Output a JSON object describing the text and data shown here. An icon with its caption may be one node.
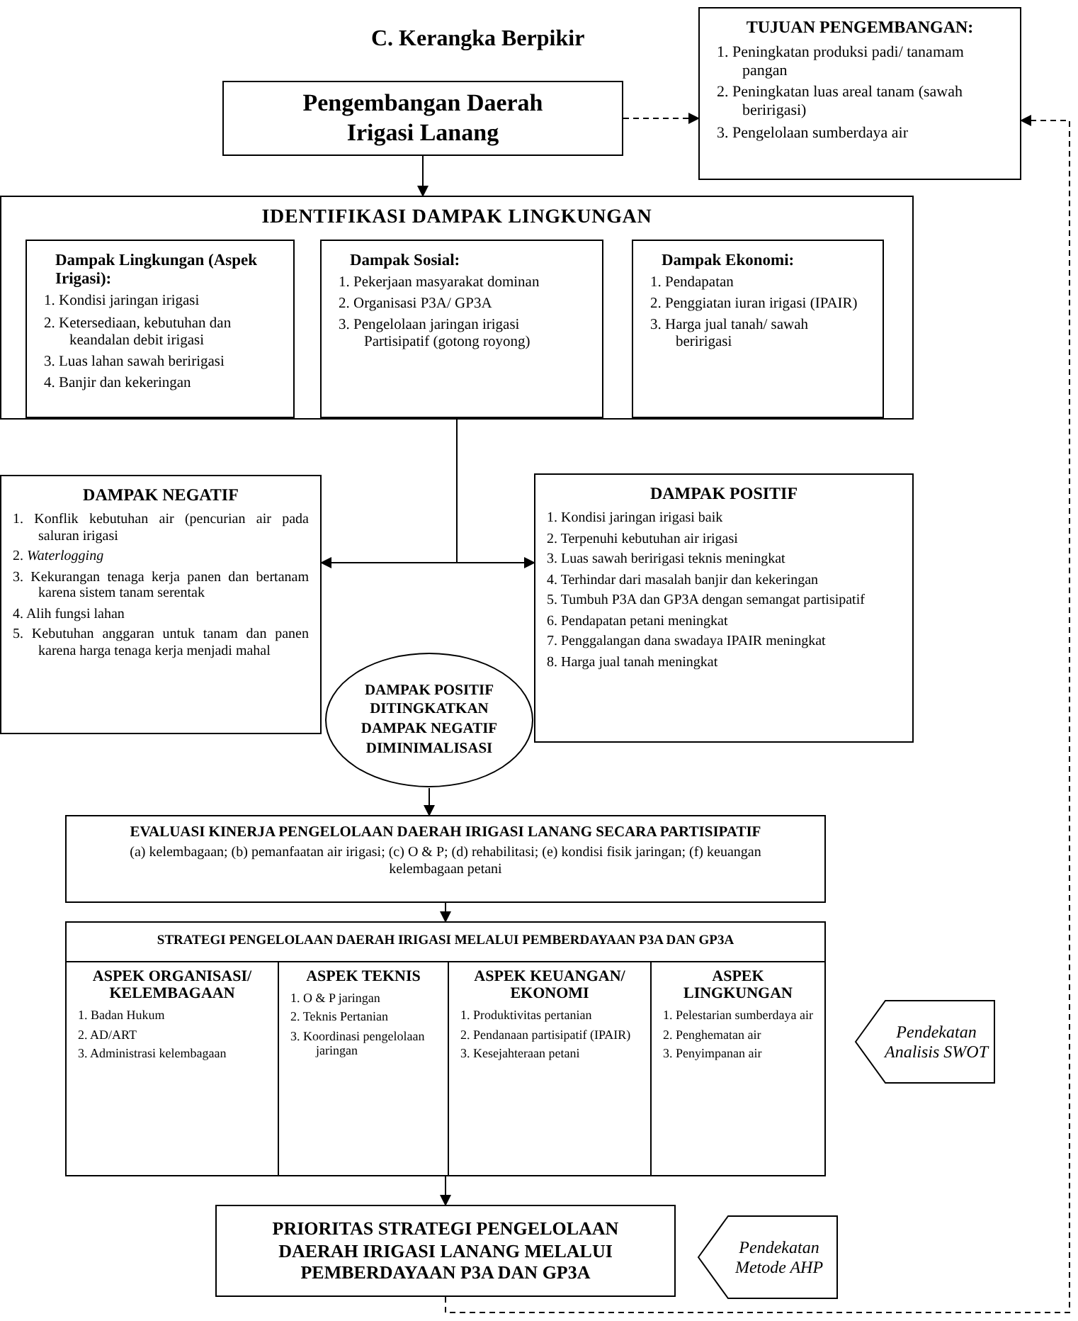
{
  "diagram": {
    "title": "C. Kerangka Berpikir",
    "nodes": [
      {
        "text": [
          "Pengembangan Daerah Irigasi Lanang"
        ]
      },
      {
        "text": [
          "TUJUAN PENGEMBANGAN:",
          "1. Peningkatan produksi padi/ tanamam pangan",
          "2. Peningkatan luas areal tanam (sawah beririgasi)",
          "3. Pengelolaan sumberdaya air"
        ]
      },
      {
        "text": [
          "IDENTIFIKASI DAMPAK LINGKUNGAN"
        ]
      },
      {
        "text": [
          "Dampak Lingkungan (Aspek Irigasi):",
          "1. Kondisi jaringan irigasi",
          "2. Ketersediaan, kebutuhan dan keandalan debit irigasi",
          "3. Luas lahan sawah beririgasi",
          "4. Banjir dan kekeringan"
        ],
        "in": 2
      },
      {
        "text": [
          "Dampak Sosial:",
          "1. Pekerjaan masyarakat dominan",
          "2. Organisasi P3A/ GP3A",
          "3. Pengelolaan jaringan irigasi Partisipatif (gotong royong)"
        ],
        "in": 2
      },
      {
        "text": [
          "Dampak Ekonomi:",
          "1. Pendapatan",
          "2. Penggiatan iuran irigasi (IPAIR)",
          "3. Harga jual tanah/ sawah beririgasi"
        ],
        "in": 2
      },
      {
        "text": [
          "DAMPAK NEGATIF",
          "1. Konflik kebutuhan air (pencurian air pada saluran irigasi",
          "2. *Waterlogging*",
          "3. Kekurangan tenaga kerja panen dan bertanam karena sistem tanam serentak",
          "4. Alih fungsi lahan",
          "5. Kebutuhan anggaran untuk tanam dan panen karena harga tenaga kerja menjadi mahal"
        ]
      },
      {
        "text": [
          "DAMPAK POSITIF",
          "1. Kondisi jaringan irigasi baik",
          "2. Terpenuhi kebutuhan air irigasi",
          "3. Luas sawah beririgasi teknis meningkat",
          "4. Terhindar dari masalah banjir dan kekeringan",
          "5. Tumbuh P3A dan GP3A dengan semangat partisipatif",
          "6. Pendapatan petani meningkat",
          "7. Penggalangan dana swadaya IPAIR meningkat",
          "8. Harga jual tanah meningkat"
        ]
      },
      {
        "text": [
          "DAMPAK POSITIF DITINGKATKAN DAMPAK NEGATIF DIMINIMALISASI"
        ]
      },
      {
        "text": [
          "EVALUASI KINERJA PENGELOLAAN DAERAH IRIGASI LANANG SECARA PARTISIPATIF",
          "(a) kelembagaan; (b) pemanfaatan air irigasi; (c) O & P; (d) rehabilitasi; (e) kondisi fisik jaringan; (f) keuangan kelembagaan petani"
        ]
      },
      {
        "text": [
          "STRATEGI PENGELOLAAN DAERAH IRIGASI MELALUI PEMBERDAYAAN P3A DAN GP3A"
        ]
      },
      {
        "text": [
          "ASPEK ORGANISASI/ KELEMBAGAAN",
          "1. Badan Hukum",
          "2. AD/ART",
          "3. Administrasi kelembagaan"
        ],
        "in": 10
      },
      {
        "text": [
          "ASPEK TEKNIS",
          "1. O & P jaringan",
          "2. Teknis Pertanian",
          "3. Koordinasi pengelolaan jaringan"
        ],
        "in": 10
      },
      {
        "text": [
          "ASPEK KEUANGAN/ EKONOMI",
          "1. Produktivitas pertanian",
          "2. Pendanaan partisipatif (IPAIR)",
          "3. Kesejahteraan petani"
        ],
        "in": 10
      },
      {
        "text": [
          "ASPEK LINGKUNGAN",
          "1. Pelestarian sumberdaya air",
          "2. Penghematan air",
          "3. Penyimpanan air"
        ],
        "in": 10
      },
      {
        "text": [
          "Pendekatan Analisis SWOT"
        ]
      },
      {
        "text": [
          "PRIORITAS STRATEGI PENGELOLAAN DAERAH IRIGASI LANANG MELALUI PEMBERDAYAAN P3A DAN GP3A"
        ]
      },
      {
        "text": [
          "Pendekatan Metode AHP"
        ]
      }
    ],
    "edges": [
      {
        "from": 0,
        "to": 1,
        "arrow": "to",
        "style": "dashed"
      },
      {
        "from": 0,
        "to": 2,
        "arrow": "to"
      },
      {
        "from": 2,
        "to": 6,
        "arrow": "to"
      },
      {
        "from": 2,
        "to": 7,
        "arrow": "to"
      },
      {
        "from": 8,
        "to": 9,
        "arrow": "to"
      },
      {
        "from": 9,
        "to": 10,
        "arrow": "to"
      },
      {
        "from": 10,
        "to": 16,
        "arrow": "to"
      },
      {
        "from": 16,
        "to": 1,
        "arrow": "to",
        "style": "dashed"
      }
    ]
  }
}
